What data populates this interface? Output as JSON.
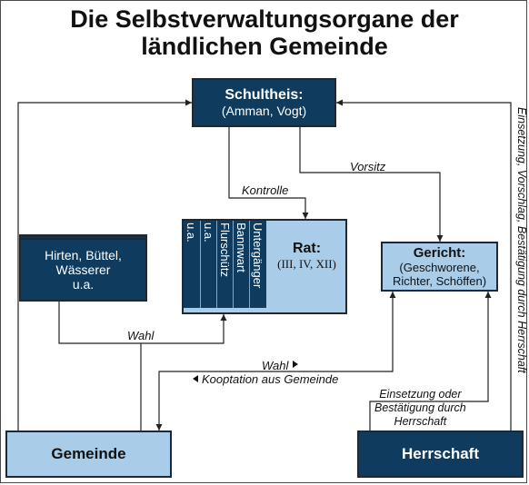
{
  "title": {
    "line1": "Die Selbstverwaltungsorgane der",
    "line2": "ländlichen Gemeinde"
  },
  "nodes": {
    "schultheis": {
      "title": "Schultheis:",
      "subtitle": "(Amman, Vogt)"
    },
    "hirten": {
      "line1": "Hirten, Büttel,",
      "line2": "Wässerer",
      "line3": "u.a."
    },
    "rat": {
      "title": "Rat:",
      "subtitle": "(III, IV, XII)",
      "members": [
        "Untergänger",
        "Bannwart",
        "Flurschütz",
        "u.a.",
        "u.a."
      ]
    },
    "gericht": {
      "title": "Gericht:",
      "line1": "(Geschworene,",
      "line2": "Richter, Schöffen)"
    },
    "gemeinde": {
      "label": "Gemeinde"
    },
    "herrschaft": {
      "label": "Herrschaft"
    }
  },
  "edges": {
    "kontrolle": "Kontrolle",
    "vorsitz": "Vorsitz",
    "wahl_hirten_rat": "Wahl",
    "wahl_gericht": "Wahl",
    "kooptation": "Kooptation aus Gemeinde",
    "einsetzung_line1": "Einsetzung oder",
    "einsetzung_line2": "Bestätigung durch",
    "einsetzung_line3": "Herrschaft",
    "side_label": "Einsetzung, Vorschlag, Bestätigung durch Herrschaft"
  },
  "colors": {
    "dark_box": "#0e3b5e",
    "light_box": "#a9cde9",
    "line": "#222222"
  }
}
